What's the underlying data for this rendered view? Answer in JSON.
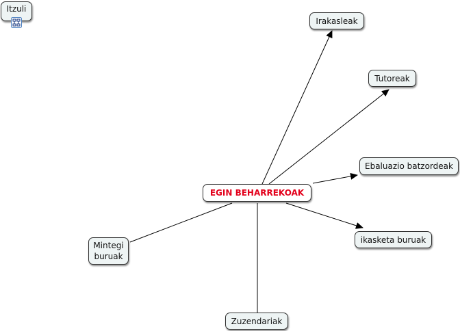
{
  "back_link": {
    "label": "Itzuli",
    "icon": "concept-map-link-icon"
  },
  "central": {
    "label": "EGIN BEHARREKOAK",
    "color": "#e3001b"
  },
  "nodes": {
    "irakasleak": "Irakasleak",
    "tutoreak": "Tutoreak",
    "ebaluazio": "Ebaluazio batzordeak",
    "ikasketa": "ikasketa buruak",
    "mintegi": "Mintegi buruak",
    "zuzendariak": "Zuzendariak"
  }
}
